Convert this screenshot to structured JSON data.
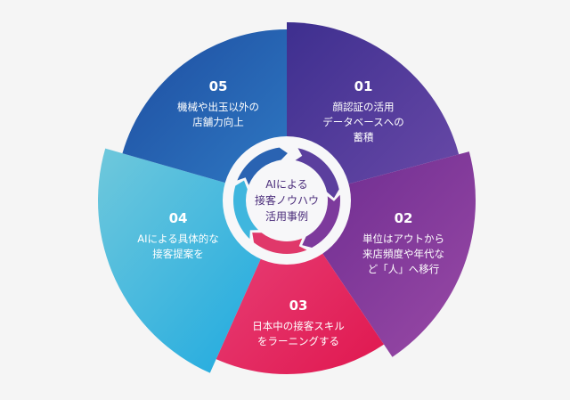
{
  "center_title": "AIによる\n接客ノウハウ\n活用事例",
  "segments": [
    {
      "number": "01",
      "text": "顔認証の活用\nデータベースへの\n蓄積",
      "colors": [
        "#3e2f8f",
        "#6a4aa8"
      ]
    },
    {
      "number": "02",
      "text": "単位はアウトから\n来店頻度や年代な\nど「人」へ移行",
      "colors": [
        "#6a2a8f",
        "#9a4aa6"
      ]
    },
    {
      "number": "03",
      "text": "日本中の接客スキル\nをラーニングする",
      "colors": [
        "#e8447a",
        "#e0174f"
      ]
    },
    {
      "number": "04",
      "text": "AIによる具体的な\n接客提案を",
      "colors": [
        "#6fc8dc",
        "#1aa8e0"
      ]
    },
    {
      "number": "05",
      "text": "機械や出玉以外の\n店舗力向上",
      "colors": [
        "#1e4da0",
        "#2f7ac4"
      ]
    }
  ]
}
